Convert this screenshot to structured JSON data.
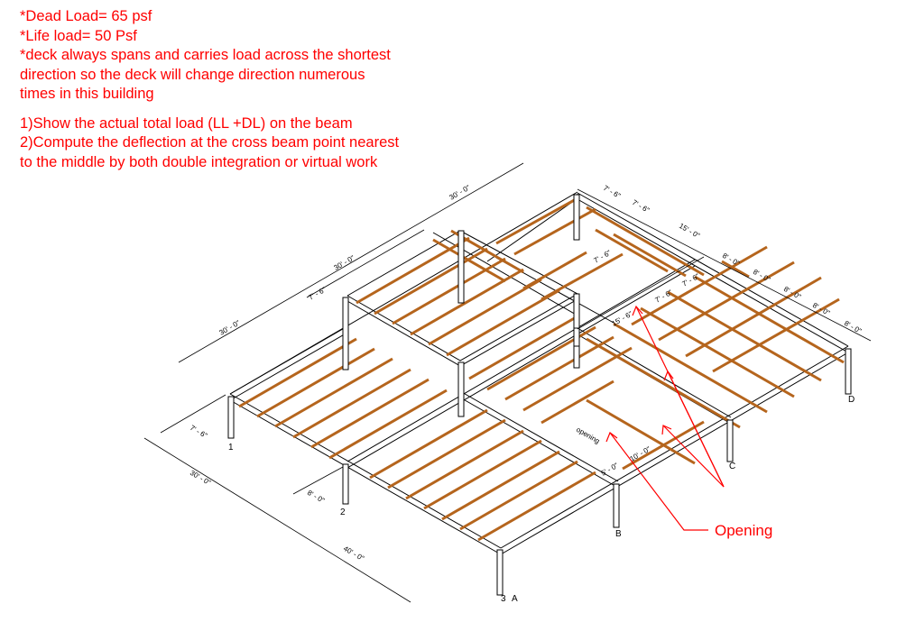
{
  "notes": {
    "line1": "*Dead Load= 65 psf",
    "line2": "*Life load= 50 Psf",
    "line3": "*deck always spans and carries load across the shortest",
    "line4": "direction so the deck will change direction numerous",
    "line5": "times in this building",
    "task1": "1)Show the actual total load (LL +DL)  on the beam",
    "task2": "2)Compute the deflection at the cross beam point nearest",
    "task3": "to the middle by both double integration or virtual work"
  },
  "dimensions": {
    "d_30_top": "30' - 0\"",
    "d_30_mid": "30' - 0\"",
    "d_30_left": "30' - 0\"",
    "d_7_6_left": "7' - 6\"",
    "d_7_6_upper": "7' - 6\"",
    "d_30_front": "30' - 0\"",
    "d_8_0_front": "8' - 0\"",
    "d_40_0": "40' - 0\"",
    "d_7_6_r1": "7' - 6\"",
    "d_7_6_r2": "7' - 6\"",
    "d_15_0_r": "15' - 0\"",
    "d_8_0_r1": "8' - 0\"",
    "d_8_0_r2": "8' - 0\"",
    "d_8_0_r3": "8' - 0\"",
    "d_8_0_r4": "8' - 0\"",
    "d_8_0_r5": "8' - 0\"",
    "d_7_6_in1": "7' - 6\"",
    "d_7_6_in2": "7' - 6\"",
    "d_7_6_in3": "7' - 6\"",
    "d_15_6_in": "15' - 6\"",
    "d_10_0_open": "10' - 0\"",
    "d_5_0_open": "5' - 0\""
  },
  "grid_labels": {
    "g1": "1",
    "g2": "2",
    "g3": "3",
    "gA": "A",
    "gB": "B",
    "gC": "C",
    "gD": "D"
  },
  "opening_label": "opening",
  "callout_label": "Opening",
  "colors": {
    "note_text": "#ff0000",
    "beam": "#b5651d",
    "steel": "#000000",
    "arrow": "#ff0000"
  }
}
